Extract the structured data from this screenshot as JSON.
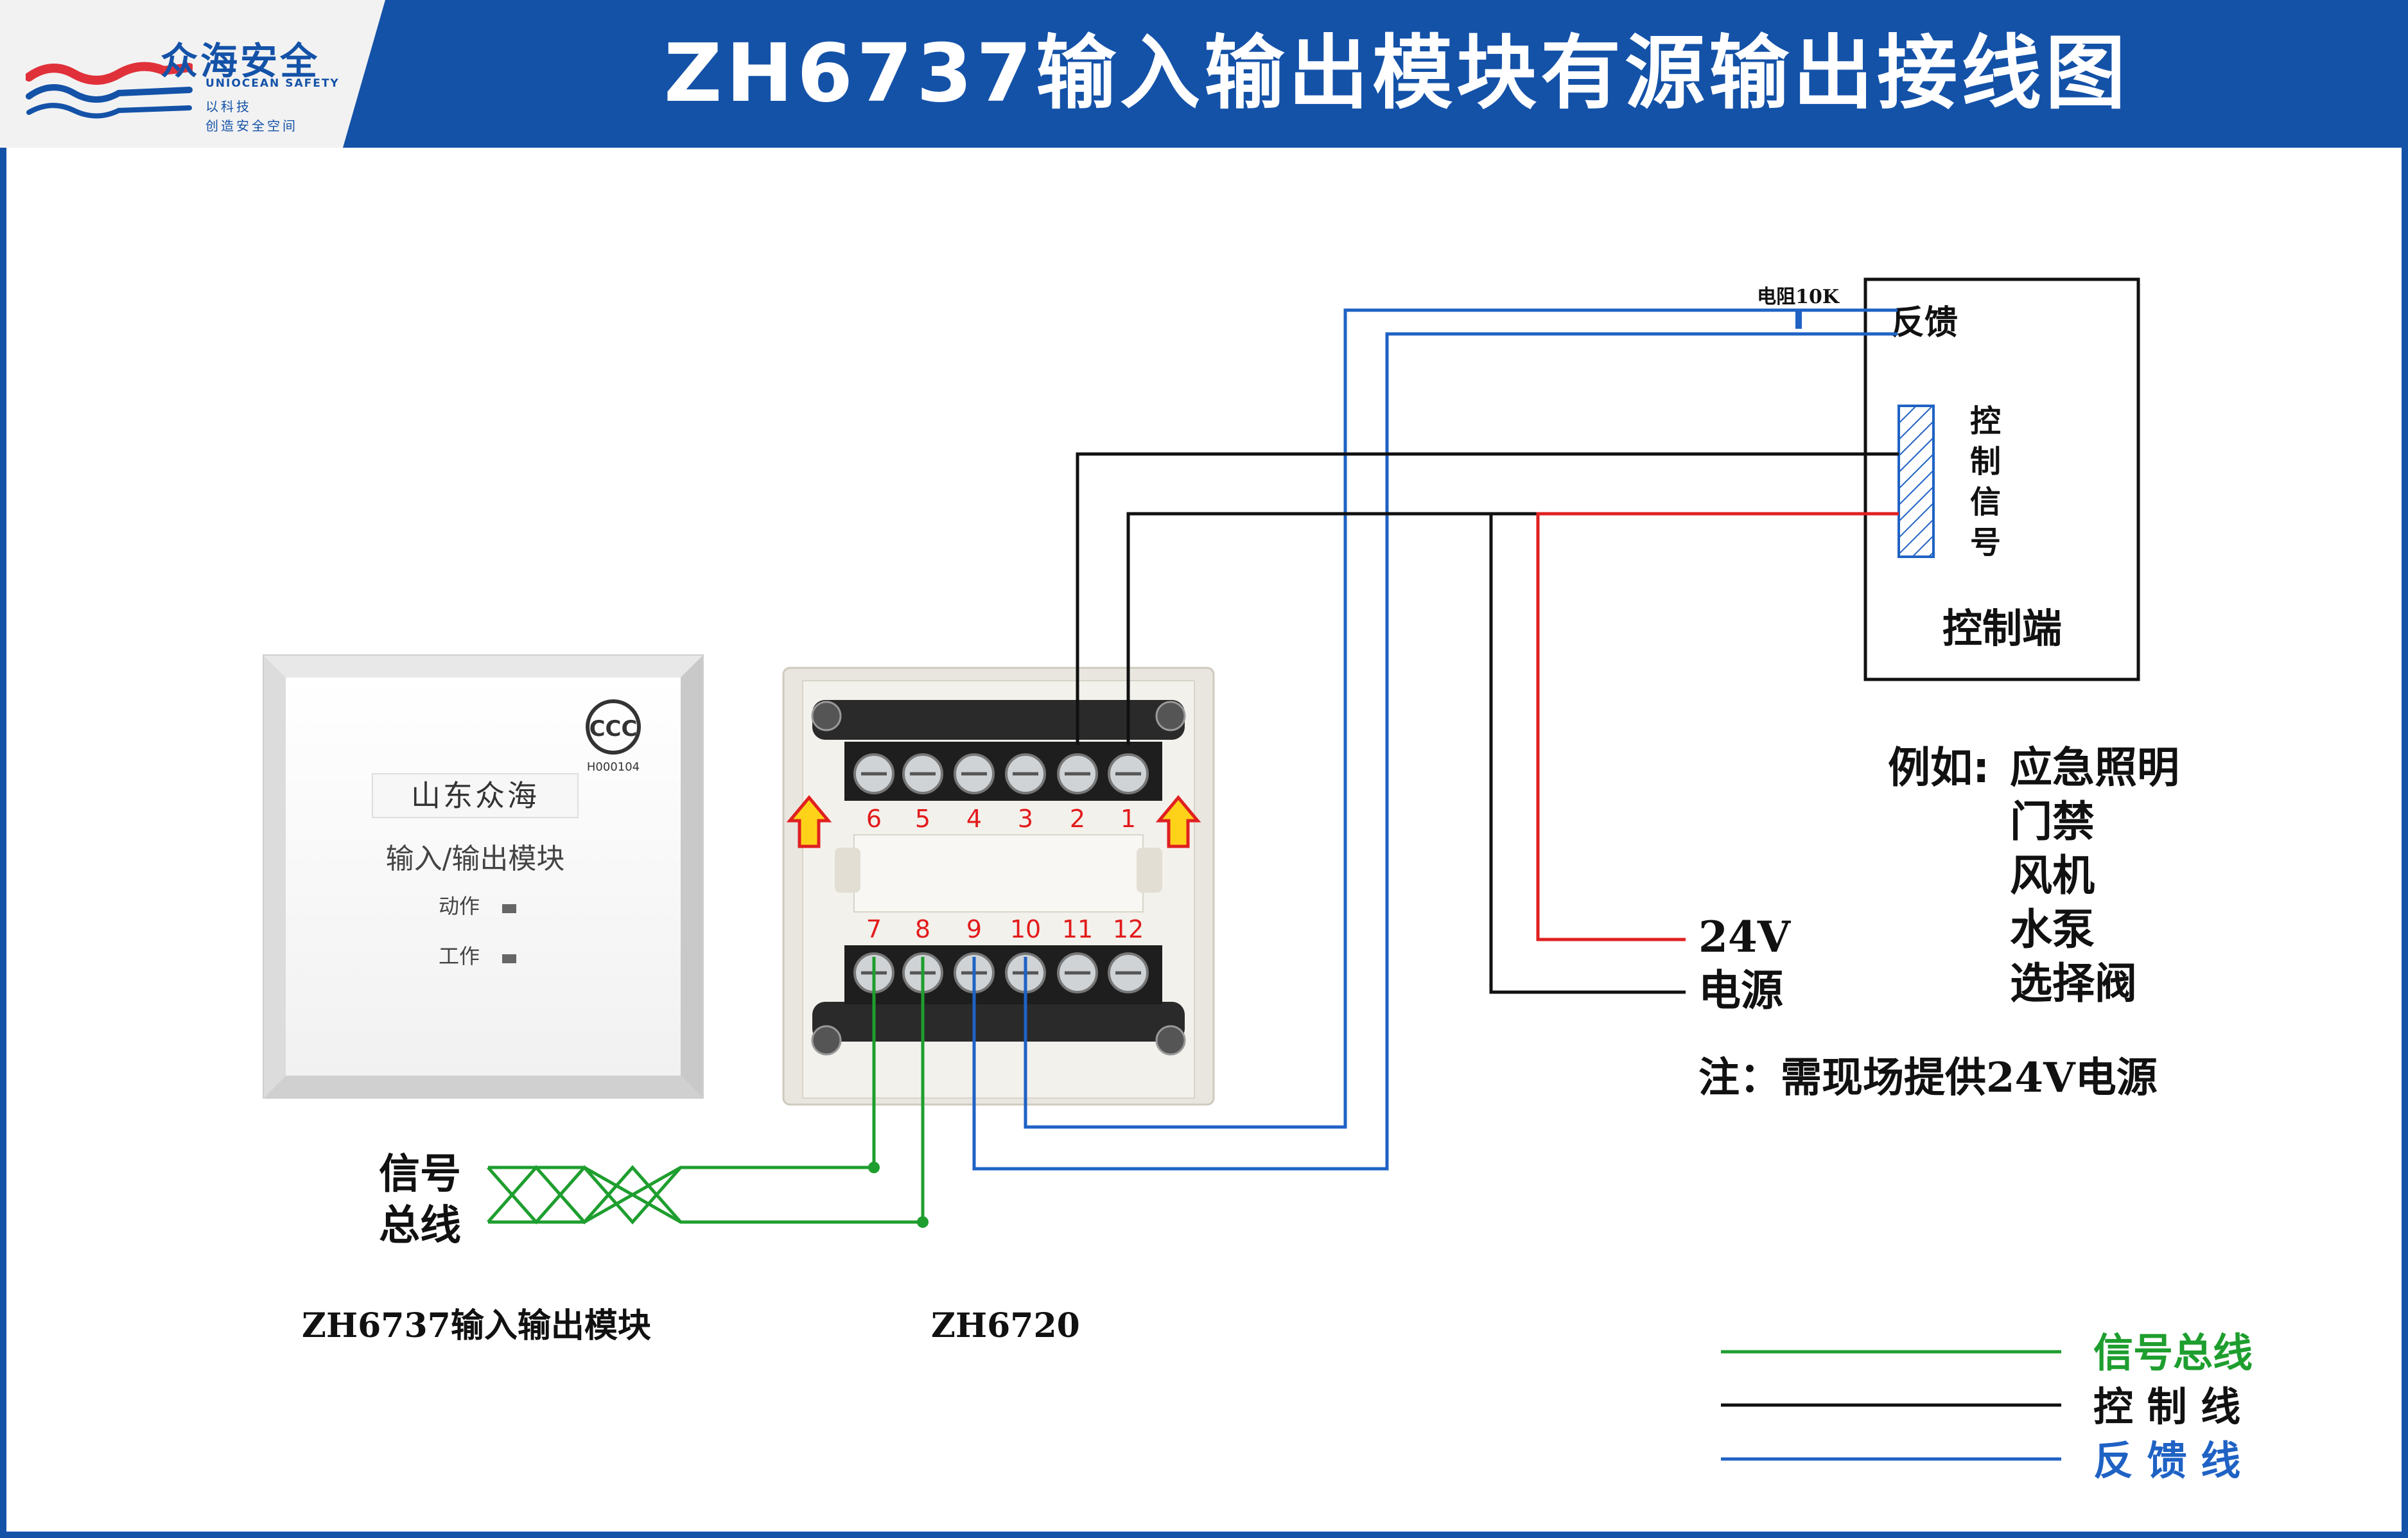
{
  "header": {
    "logo_cn": "众海安全",
    "logo_en": "UNIOCEAN SAFETY",
    "logo_slogan_1": "以科技",
    "logo_slogan_2": "创造安全空间",
    "title": "ZH6737输入输出模块有源输出接线图"
  },
  "module": {
    "cert_code": "H000104",
    "brand": "山东众海",
    "name": "输入/输出模块",
    "led_action": "动作",
    "led_work": "工作",
    "caption": "ZH6737输入输出模块"
  },
  "base": {
    "caption": "ZH6720",
    "top_terminals": [
      "6",
      "5",
      "4",
      "3",
      "2",
      "1"
    ],
    "bottom_terminals": [
      "7",
      "8",
      "9",
      "10",
      "11",
      "12"
    ]
  },
  "control_end": {
    "resistor_label": "电阻10K",
    "feedback": "反馈",
    "control_signal": [
      "控",
      "制",
      "信",
      "号"
    ],
    "title": "控制端"
  },
  "power": {
    "voltage": "24V",
    "label": "电源"
  },
  "examples": {
    "prefix": "例如:",
    "items": [
      "应急照明",
      "门禁",
      "风机",
      "水泵",
      "选择阀"
    ]
  },
  "note": "注：需现场提供24V电源",
  "signal_bus": [
    "信号",
    "总线"
  ],
  "legend": [
    {
      "label": "信号总线",
      "color": "#1e9e2e"
    },
    {
      "label": "控 制 线",
      "color": "#111111"
    },
    {
      "label": "反 馈 线",
      "color": "#1f62c4"
    }
  ],
  "colors": {
    "brand_blue": "#1452a8",
    "signal_line": "#1e9e2e",
    "control_line": "#111111",
    "feedback_line": "#1f62c4",
    "power_line": "#e02020",
    "terminal_number": "#e21b1b"
  }
}
